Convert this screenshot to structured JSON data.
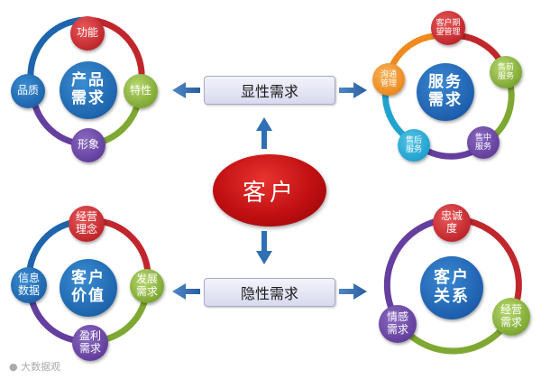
{
  "customer": "客户",
  "explicit_label": "显性需求",
  "implicit_label": "隐性需求",
  "product": {
    "center": [
      "产品",
      "需求"
    ],
    "function": "功能",
    "feature": "特性",
    "image": "形象",
    "quality": "品质"
  },
  "service": {
    "center": [
      "服务",
      "需求"
    ],
    "expectation": [
      "客户期",
      "望管理"
    ],
    "pre_sale": [
      "售前",
      "服务"
    ],
    "in_sale": [
      "售中",
      "服务"
    ],
    "after_sale": [
      "售后",
      "服务"
    ],
    "communication": [
      "沟通",
      "管理"
    ]
  },
  "value": {
    "center": [
      "客户",
      "价值"
    ],
    "philosophy": [
      "经营",
      "理念"
    ],
    "development": [
      "发展",
      "需求"
    ],
    "profit": [
      "盈利",
      "需求"
    ],
    "information": [
      "信息",
      "数据"
    ]
  },
  "relationship": {
    "center": [
      "客户",
      "关系"
    ],
    "loyalty": [
      "忠诚",
      "度"
    ],
    "business": [
      "经营",
      "需求"
    ],
    "emotion": [
      "情感",
      "需求"
    ]
  },
  "watermark": "大数据观",
  "colors": {
    "customer_red": "#c10f12",
    "ring_red": "#c0272d",
    "ring_green": "#7fa833",
    "ring_purple": "#643f9e",
    "ring_blue": "#1e65ad",
    "ring_teal": "#22a2cf",
    "arrow_blue": "#2f6fb3"
  }
}
